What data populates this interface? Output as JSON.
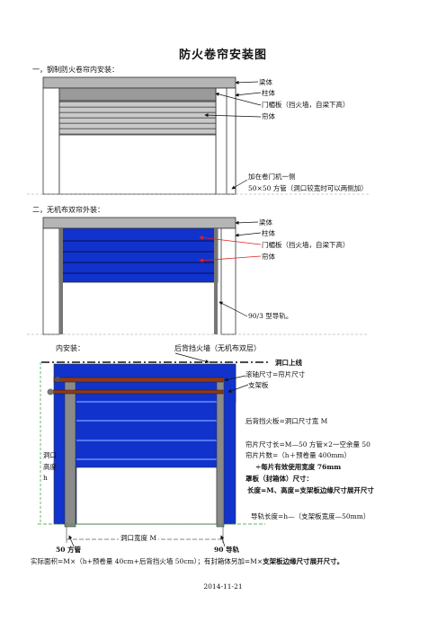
{
  "page": {
    "title": "防火卷帘安装图",
    "date": "2014-11-21"
  },
  "section1": {
    "heading": "一，钢制防火卷帘内安装：",
    "labels": {
      "beam": "梁体",
      "column": "柱体",
      "lintel": "门楣板（挡火墙，自梁下高）",
      "curtain": "帘体",
      "motor_side": "加在卷门机一侧",
      "tube": "50×50 方管（洞口较宽时可以两侧加）"
    }
  },
  "section2": {
    "heading": "二，无机布双帘外装：",
    "labels": {
      "beam": "梁体",
      "column": "柱体",
      "lintel": "门楣板（挡火墙，自梁下高）",
      "curtain": "帘体",
      "rail": "90/3 型导轨。"
    }
  },
  "section3": {
    "heading": "内安装：",
    "back_wall": "后背挡火墙（无机布双层）",
    "labels": {
      "opening_top": "洞口上线",
      "shaft": "滚轴尺寸=帘片尺寸",
      "bracket": "支架板",
      "back_plate": "后背挡火板=洞口尺寸宽 M",
      "slat_len": "帘片尺寸长=M—50 方管×2一空余量 50",
      "slat_count": "帘片片数=（h＋预卷量 400mm）",
      "slat_div": "÷每片有效使用宽度 76mm",
      "hood": "罩板（封箱体）尺寸：",
      "hood_size": "长度=M、高度=支架板边缘尺寸展开尺寸",
      "rail_len": "导轨长度=h—（支架板宽度—50mm）",
      "opening_h1": "洞口",
      "opening_h2": "高度",
      "opening_h3": "h",
      "opening_w": "洞口宽度 M",
      "tube_50": "50 方管",
      "rail_90": "90 导轨"
    },
    "formula_plain": "实际面积=M×（h+预卷量 40cm+后背挡火墙 50cm）；有封箱体另加=M×",
    "formula_bold": "支架板边缘尺寸展开尺寸。"
  },
  "colors": {
    "curtain_blue": "#1133cc",
    "curtain_dark": "#0a1a80",
    "gray_beam": "#b5b5b5",
    "rod_brown": "#8b3a1a",
    "arrow_red": "#e0201e",
    "guide_green": "#2a9a2a"
  }
}
